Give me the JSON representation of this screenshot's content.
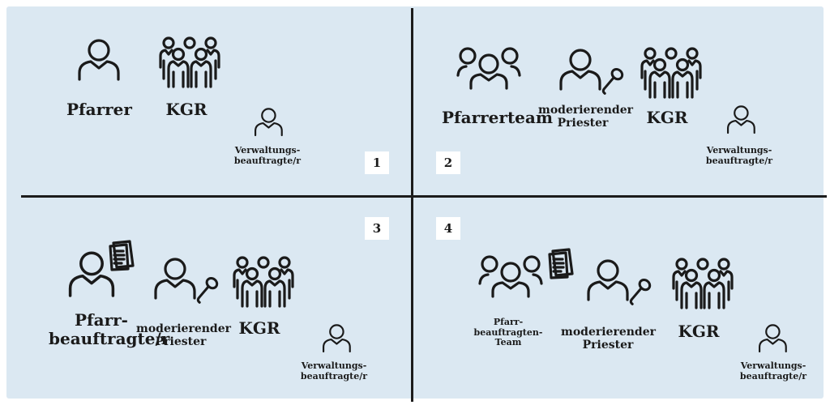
{
  "colors": {
    "background": "#dbe8f2",
    "ink": "#1a1a1a",
    "badge": "#ffffff"
  },
  "quadrants": [
    {
      "number": "1",
      "labels": {
        "pfarrer": "Pfarrer",
        "kgr": "KGR",
        "verwaltung": "Verwaltungs-\nbeauftragte/r"
      },
      "icons": [
        "person-icon",
        "group-icon",
        "person-icon"
      ]
    },
    {
      "number": "2",
      "labels": {
        "pfarrerteam": "Pfarrerteam",
        "priester": "moderierender\nPriester",
        "kgr": "KGR",
        "verwaltung": "Verwaltungs-\nbeauftragte/r"
      },
      "icons": [
        "team-icon",
        "person-with-microphone-icon",
        "group-icon",
        "person-icon"
      ]
    },
    {
      "number": "3",
      "labels": {
        "pfarrbeauftragte": "Pfarr-\nbeauftragte/r",
        "priester": "moderierender\nPriester",
        "kgr": "KGR",
        "verwaltung": "Verwaltungs-\nbeauftragte/r"
      },
      "icons": [
        "person-with-document-icon",
        "person-with-microphone-icon",
        "group-icon",
        "person-icon"
      ]
    },
    {
      "number": "4",
      "labels": {
        "pfarrbeauftragtenteam": "Pfarr-\nbeauftragten-\nTeam",
        "priester": "moderierender\nPriester",
        "kgr": "KGR",
        "verwaltung": "Verwaltungs-\nbeauftragte/r"
      },
      "icons": [
        "team-with-document-icon",
        "person-with-microphone-icon",
        "group-icon",
        "person-icon"
      ]
    }
  ]
}
